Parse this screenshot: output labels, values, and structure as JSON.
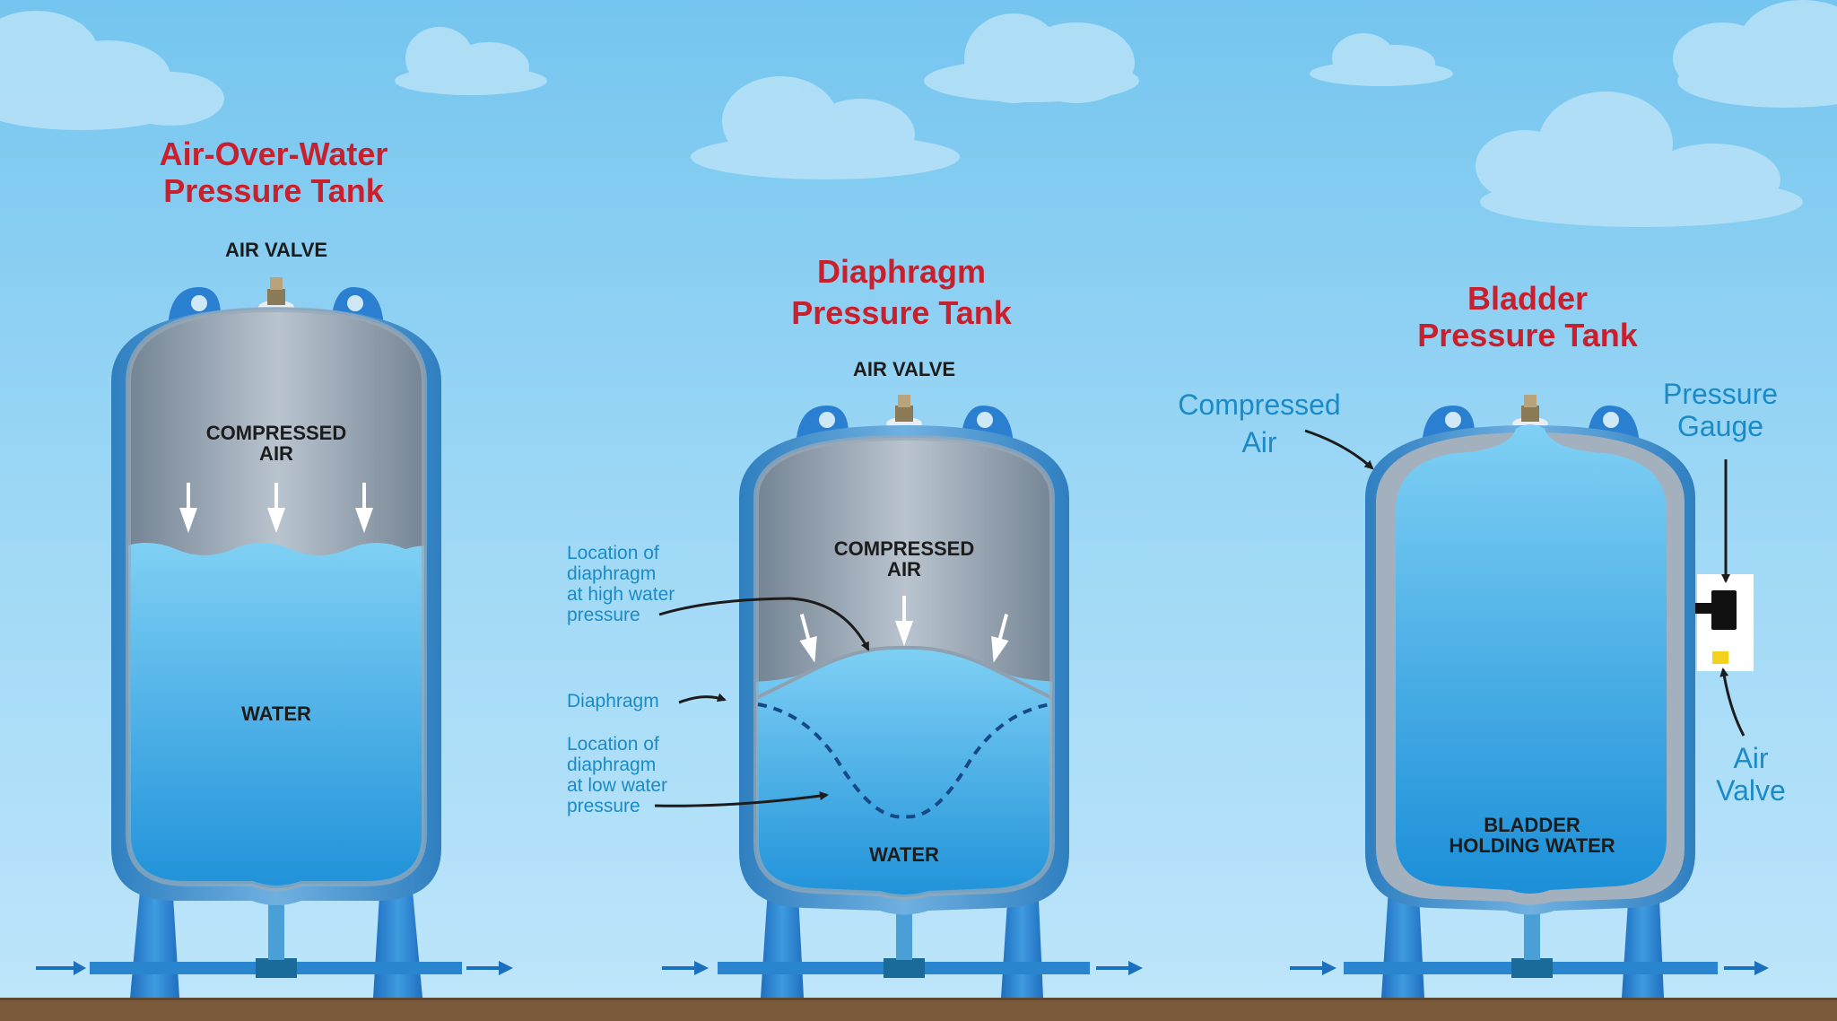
{
  "tanks": {
    "air_over_water": {
      "title_line1": "Air-Over-Water",
      "title_line2": "Pressure Tank",
      "air_valve": "AIR VALVE",
      "air_line1": "COMPRESSED",
      "air_line2": "AIR",
      "water": "WATER"
    },
    "diaphragm": {
      "title_line1": "Diaphragm",
      "title_line2": "Pressure Tank",
      "air_valve": "AIR VALVE",
      "air_line1": "COMPRESSED",
      "air_line2": "AIR",
      "water": "WATER",
      "high_pressure_lines": [
        "Location of",
        "diaphragm",
        "at high water",
        "pressure"
      ],
      "diaphragm_label": "Diaphragm",
      "low_pressure_lines": [
        "Location of",
        "diaphragm",
        "at low water",
        "pressure"
      ]
    },
    "bladder": {
      "title_line1": "Bladder",
      "title_line2": "Pressure Tank",
      "compressed_air_lines": [
        "Compressed",
        "Air"
      ],
      "pressure_gauge_lines": [
        "Pressure",
        "Gauge"
      ],
      "air_valve_lines": [
        "Air",
        "Valve"
      ],
      "bladder_line1": "BLADDER",
      "bladder_line2": "HOLDING WATER"
    }
  },
  "colors": {
    "title_red": "#c8202c",
    "annotation_blue": "#1a8bc6",
    "tank_shell_blue": "#3c8fd0",
    "water_blue": "#4cb8ee",
    "air_gray": "#9aa8b6",
    "leg_blue": "#2a7fd0",
    "ground_brown": "#7a5a3a"
  }
}
